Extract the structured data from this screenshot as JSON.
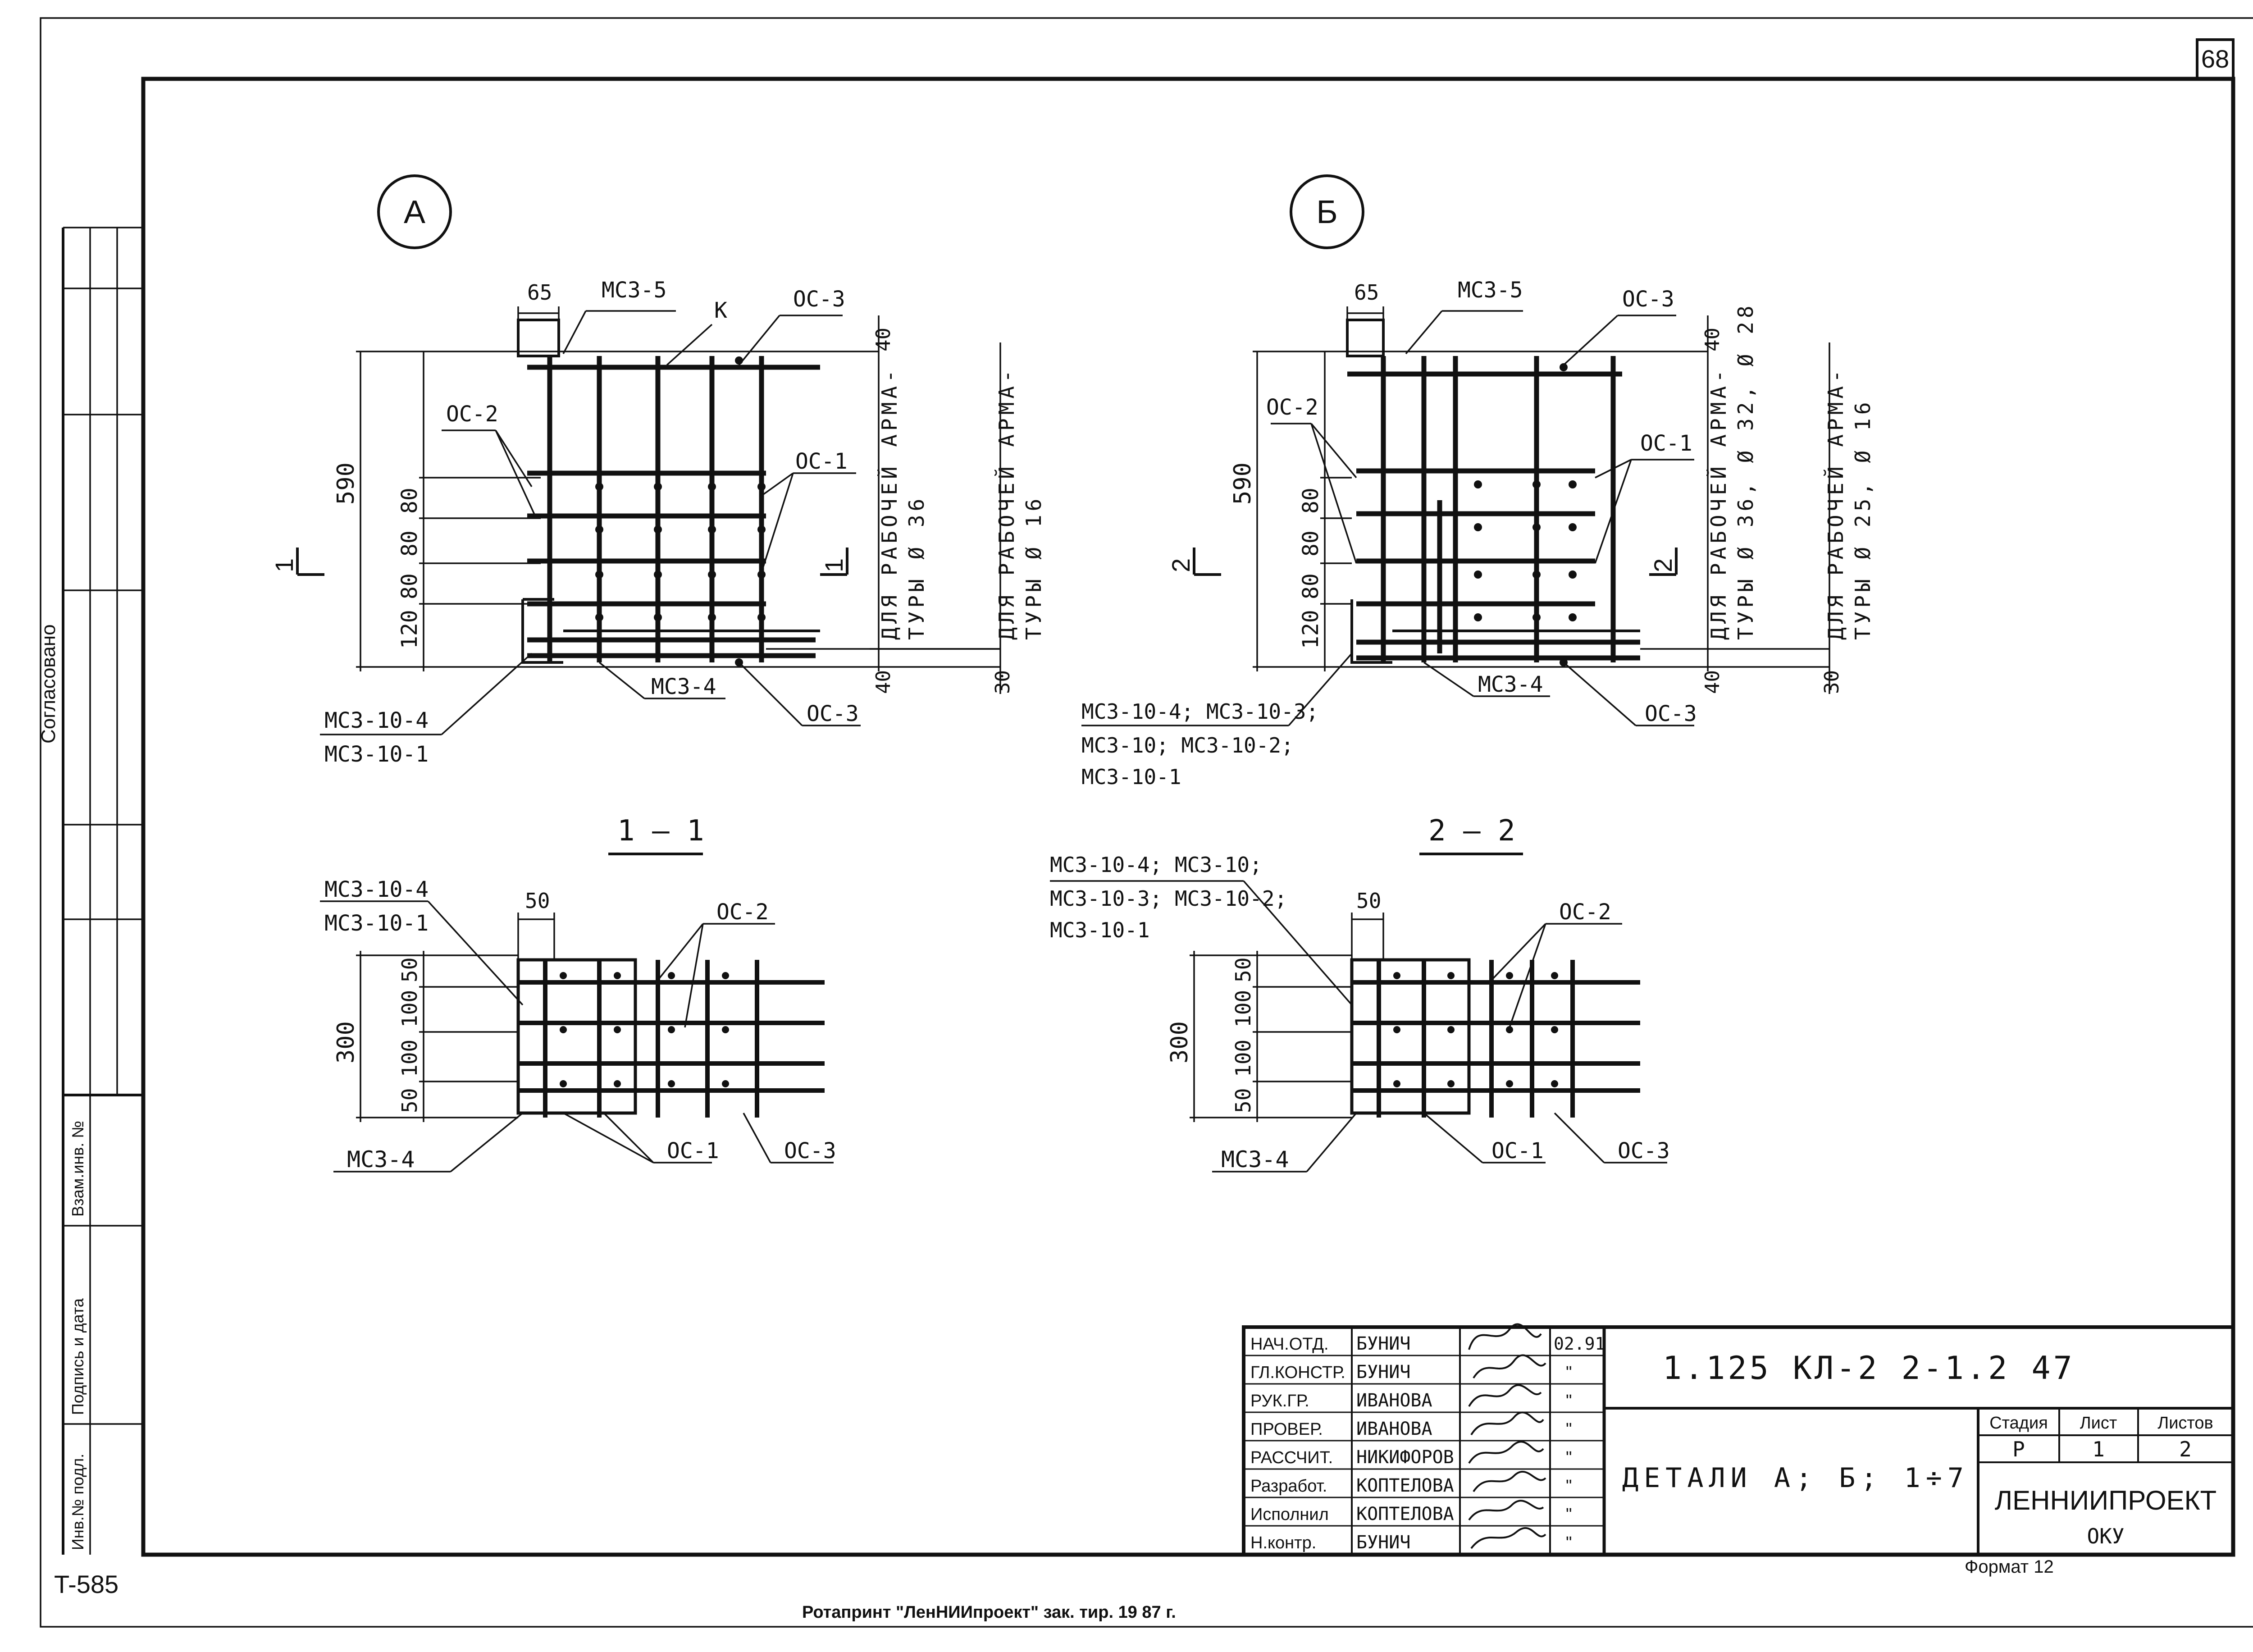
{
  "sheet": {
    "sheet_no": "68",
    "inventory_tag": "T-585",
    "format_note": "Формат 12",
    "footer": "Ротапринт \"ЛенНИИпроект\" зак.     тир.    19 87 г."
  },
  "side_stamp": {
    "agreed": "Согласовано",
    "cells": [
      "Взам.инв. №",
      "Подпись и дата",
      "Инв.№ подл."
    ]
  },
  "details": {
    "A": {
      "label": "А",
      "dims": {
        "d65": "65",
        "d590": "590",
        "d40": "40",
        "d120": "120",
        "d80a": "80",
        "d80b": "80",
        "d80c": "80",
        "d30": "30"
      },
      "callouts": {
        "mcz5": "МСЗ-5",
        "k": "К",
        "os3_top": "ОС-3",
        "os2": "ОС-2",
        "os1": "ОС-1",
        "mcz4": "МСЗ-4",
        "os3_bot": "ОС-3",
        "mcz10_4": "МСЗ-10-4",
        "mcz10_1": "МСЗ-10-1"
      },
      "section_mark": "1",
      "note1": "ДЛЯ РАБОЧЕЙ АРМА-",
      "note1b": "ТУРЫ Ø 36",
      "note2": "ДЛЯ РАБОЧЕЙ АРМА-",
      "note2b": "ТУРЫ Ø 16"
    },
    "B": {
      "label": "Б",
      "dims": {
        "d65": "65",
        "d590": "590",
        "d40": "40",
        "d120": "120",
        "d80a": "80",
        "d80b": "80",
        "d80c": "80",
        "d30": "30"
      },
      "callouts": {
        "mcz5": "МСЗ-5",
        "os3_top": "ОС-3",
        "os2": "ОС-2",
        "os1": "ОС-1",
        "mcz4": "МСЗ-4",
        "os3_bot": "ОС-3",
        "mcz_l1": "МСЗ-10-4; МСЗ-10-3;",
        "mcz_l2": "МСЗ-10; МСЗ-10-2;",
        "mcz_l3": "МСЗ-10-1"
      },
      "section_mark": "2",
      "note1": "ДЛЯ РАБОЧЕЙ АРМА-",
      "note1b": "ТУРЫ Ø 36, Ø 32, Ø 28",
      "note2": "ДЛЯ РАБОЧЕЙ АРМА-",
      "note2b": "ТУРЫ Ø 25, Ø 16"
    }
  },
  "sections": {
    "s11": {
      "title": "1 — 1",
      "dims": {
        "d50": "50",
        "d300": "300",
        "d50a": "50",
        "d100a": "100",
        "d100b": "100",
        "d50b": "50"
      },
      "callouts": {
        "mcz10_4": "МСЗ-10-4",
        "mcz10_1": "МСЗ-10-1",
        "os2": "ОС-2",
        "mcz4": "МСЗ-4",
        "os1": "ОС-1",
        "os3": "ОС-3"
      }
    },
    "s22": {
      "title": "2 — 2",
      "dims": {
        "d50": "50",
        "d300": "300",
        "d50a": "50",
        "d100a": "100",
        "d100b": "100",
        "d50b": "50"
      },
      "callouts": {
        "l1": "МСЗ-10-4; МСЗ-10;",
        "l2": "МСЗ-10-3; МСЗ-10-2;",
        "l3": "МСЗ-10-1",
        "os2": "ОС-2",
        "mcz4": "МСЗ-4",
        "os1": "ОС-1",
        "os3": "ОС-3"
      }
    }
  },
  "title_block": {
    "code": "1.125 КЛ-2    2-1.2    47",
    "drawing_title": "ДЕТАЛИ А; Б; 1÷7",
    "org": "ЛЕННИИПРОЕКТ",
    "dept": "ОКУ",
    "stage_hdr": "Стадия",
    "sheet_hdr": "Лист",
    "sheets_hdr": "Листов",
    "stage": "Р",
    "sheet": "1",
    "sheets": "2",
    "date": "02.91",
    "ditto": "\"",
    "roles": [
      {
        "role": "НАЧ.ОТД.",
        "name": "БУНИЧ"
      },
      {
        "role": "ГЛ.КОНСТР.",
        "name": "БУНИЧ"
      },
      {
        "role": "РУК.ГР.",
        "name": "ИВАНОВА"
      },
      {
        "role": "ПРОВЕР.",
        "name": "ИВАНОВА"
      },
      {
        "role": "РАССЧИТ.",
        "name": "НИКИФОРОВ"
      },
      {
        "role": "Разработ.",
        "name": "КОПТЕЛОВА"
      },
      {
        "role": "Исполнил",
        "name": "КОПТЕЛОВА"
      },
      {
        "role": "Н.контр.",
        "name": "БУНИЧ"
      }
    ]
  }
}
